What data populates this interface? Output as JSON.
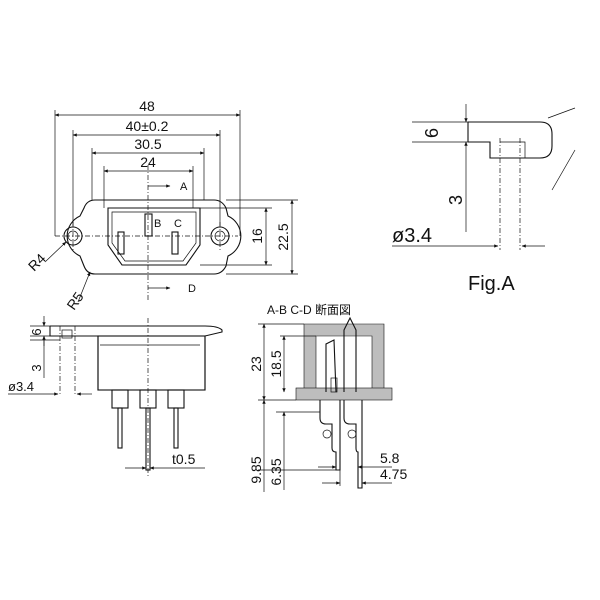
{
  "front_view": {
    "dim_overall_width": "48",
    "dim_hole_spacing": "40±0.2",
    "dim_body_width": "30.5",
    "dim_opening_width": "24",
    "dim_height_inner": "16",
    "dim_height_outer": "22.5",
    "radius_small": "R4",
    "radius_large": "R5",
    "label_a": "A",
    "label_b": "B",
    "label_c": "C",
    "label_d": "D"
  },
  "side_view": {
    "dim_flange": "6",
    "dim_step": "3",
    "dim_hole": "ø3.4",
    "dim_terminal_thickness": "t0.5"
  },
  "detail_fig_a": {
    "dim_flange": "6",
    "dim_step": "3",
    "dim_hole": "ø3.4",
    "caption": "Fig.A"
  },
  "section_view": {
    "title": "A-B  C-D 断面図",
    "dim_total_height": "23",
    "dim_body_height": "18.5",
    "dim_terminal_long": "9.85",
    "dim_terminal_short": "6.35",
    "dim_pitch": "5.8",
    "dim_tab_width": "4.75"
  }
}
